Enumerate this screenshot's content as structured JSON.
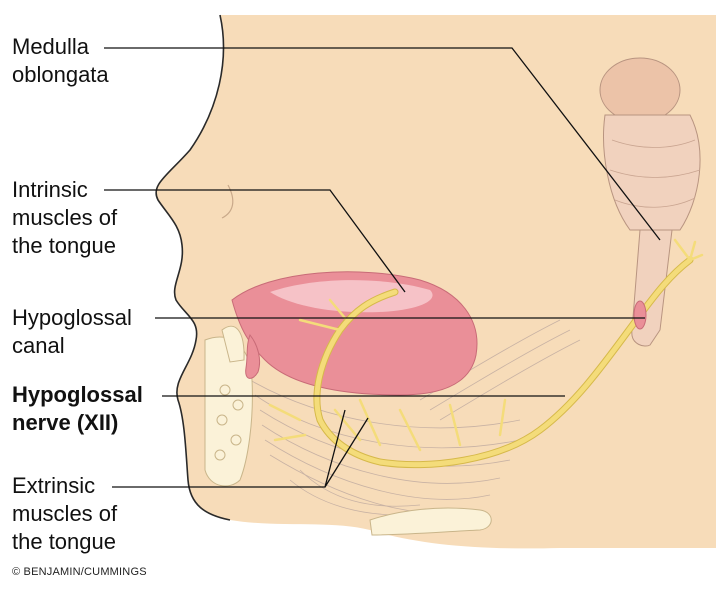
{
  "labels": {
    "medulla": [
      "Medulla",
      "oblongata"
    ],
    "intrinsic": [
      "Intrinsic",
      "muscles of",
      "the tongue"
    ],
    "canal": [
      "Hypoglossal",
      "canal"
    ],
    "nerve": [
      "Hypoglossal",
      "nerve (XII)"
    ],
    "extrinsic": [
      "Extrinsic",
      "muscles of",
      "the tongue"
    ]
  },
  "credit": "© BENJAMIN/CUMMINGS",
  "colors": {
    "skin": "#f7dcb9",
    "skin_outline": "#c9a98a",
    "tongue": "#ea8f98",
    "tongue_highlight": "#f7c8cc",
    "nerve": "#f4dc7a",
    "nerve_outline": "#d6b94a",
    "muscle_fibers": "#c8b2a4",
    "bone": "#fbf2d8",
    "brainstem": "#f1d2be",
    "leader_lines": "#111111"
  }
}
